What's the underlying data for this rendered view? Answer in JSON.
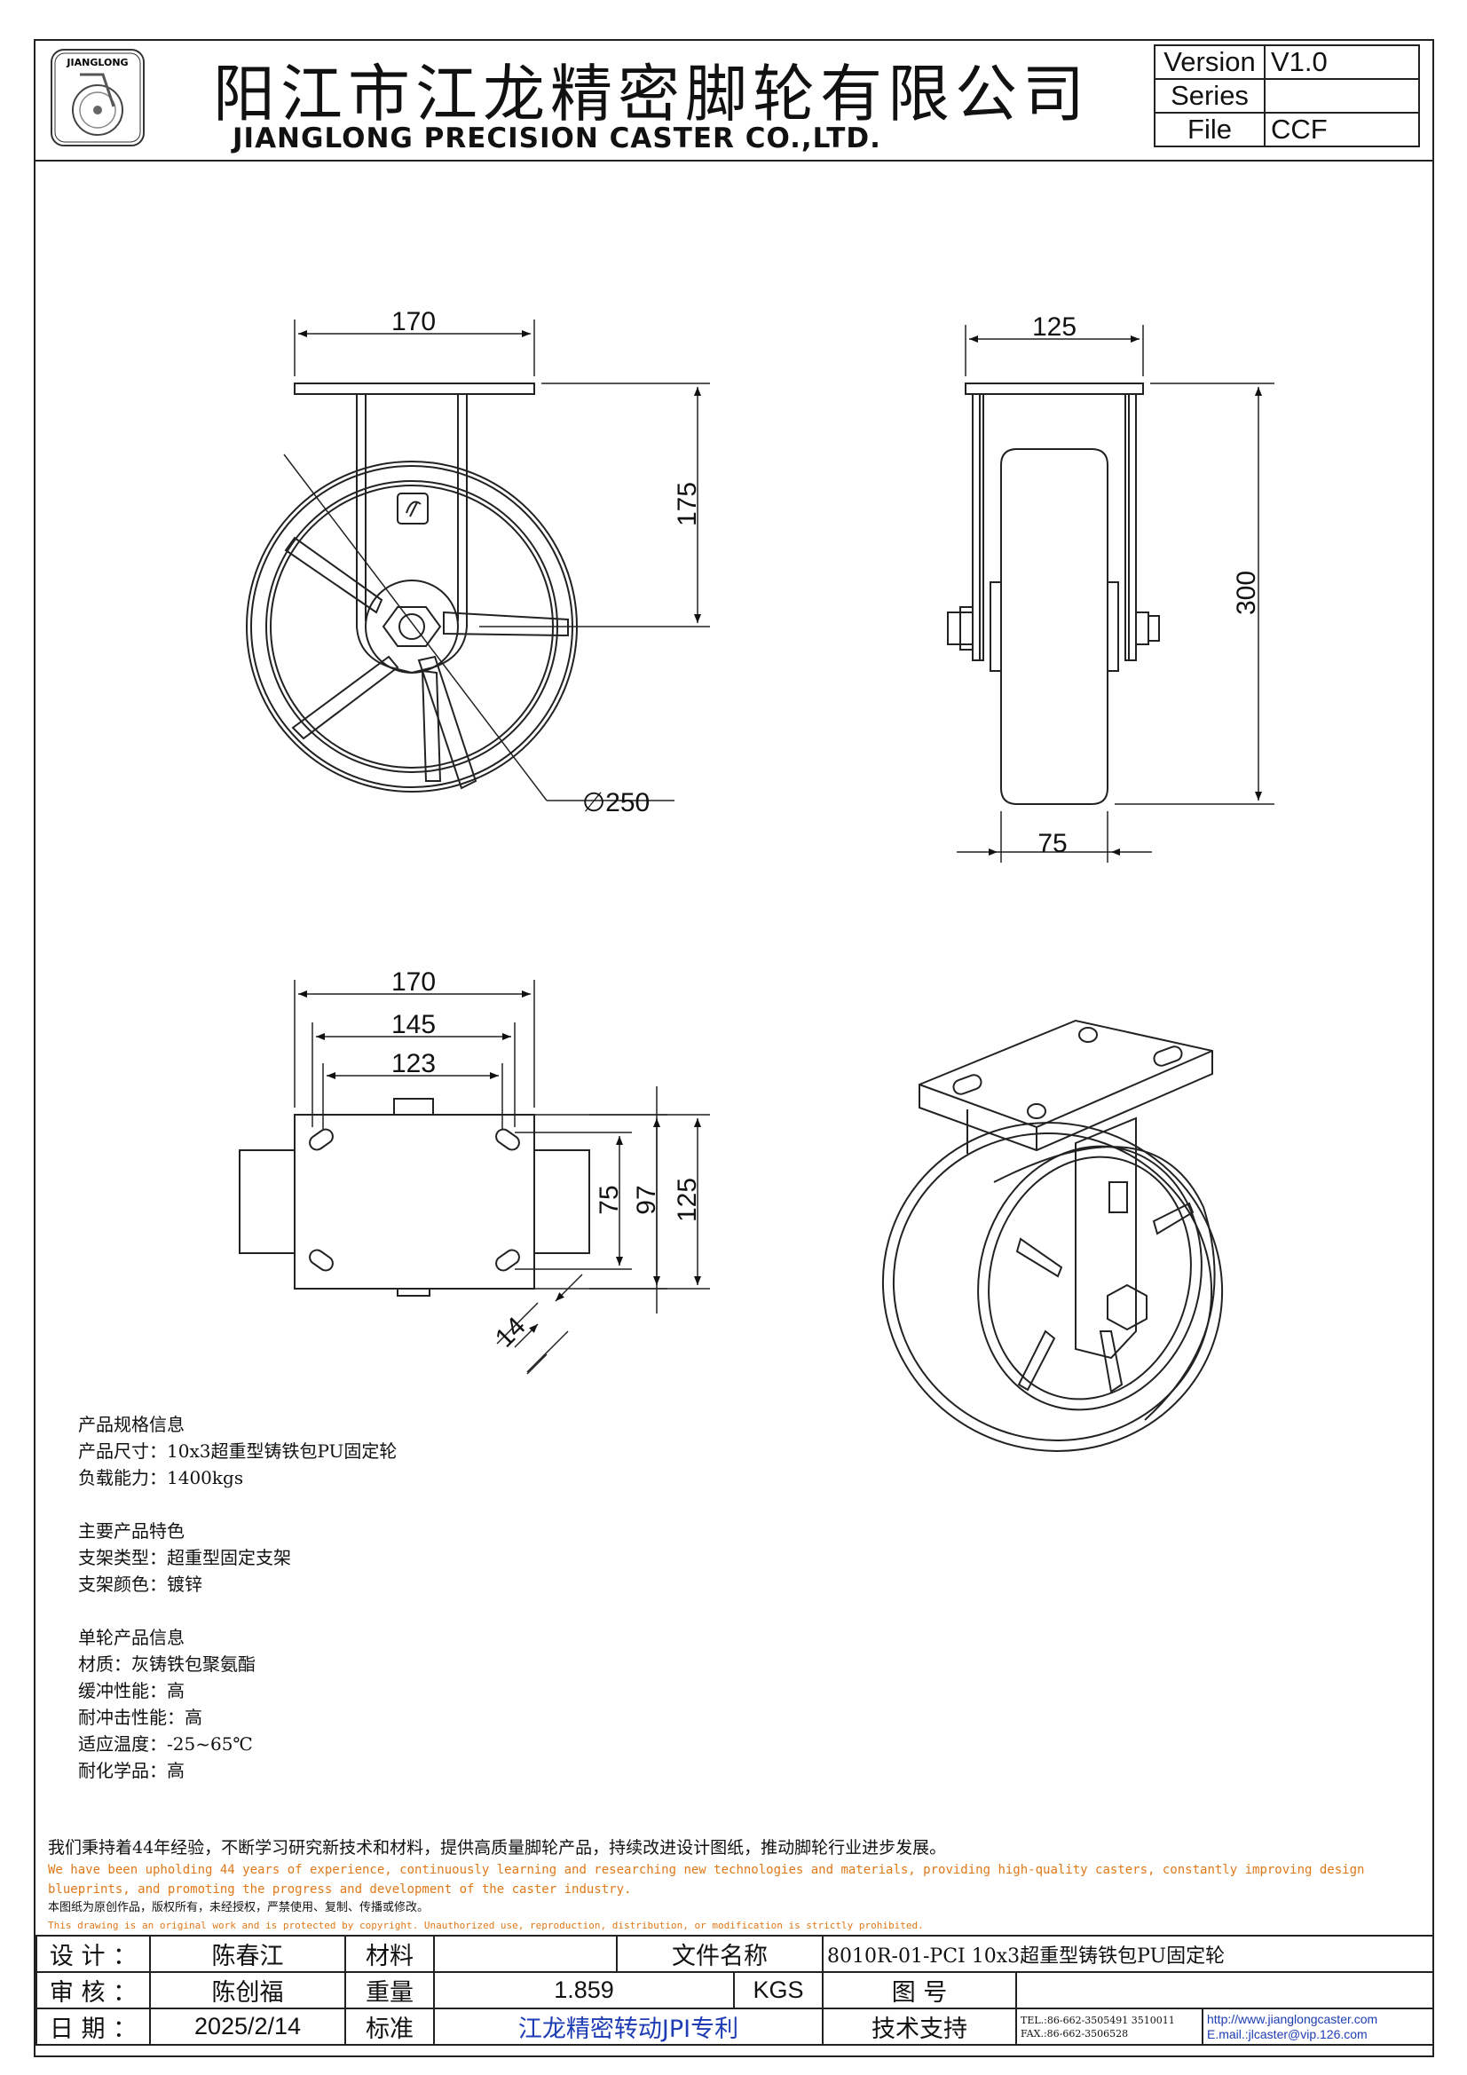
{
  "header": {
    "logo_text": "JIANGLONG",
    "title_cn": "阳江市江龙精密脚轮有限公司",
    "title_en": "JIANGLONG PRECISION CASTER CO.,LTD.",
    "version_label": "Version",
    "version_value": "V1.0",
    "series_label": "Series",
    "series_value": "",
    "file_label": "File",
    "file_value": "CCF"
  },
  "dimensions": {
    "front_width": "170",
    "front_height": "175",
    "wheel_diameter": "∅250",
    "side_width": "125",
    "side_height": "300",
    "wheel_width": "75",
    "plate_170": "170",
    "plate_145": "145",
    "plate_123": "123",
    "plate_75": "75",
    "plate_97": "97",
    "plate_125": "125",
    "slot_14": "14"
  },
  "specs": {
    "section1_title": "产品规格信息",
    "size": "产品尺寸：10x3超重型铸铁包PU固定轮",
    "load": "负载能力：1400kgs",
    "section2_title": "主要产品特色",
    "bracket_type": "支架类型：超重型固定支架",
    "bracket_color": "支架颜色：镀锌",
    "section3_title": "单轮产品信息",
    "material": "材质：灰铸铁包聚氨酯",
    "cushion": "缓冲性能：高",
    "impact": "耐冲击性能：高",
    "temperature": "适应温度：-25~65℃",
    "chemical": "耐化学品：高"
  },
  "notice": {
    "cn_line": "我们秉持着44年经验，不断学习研究新技术和材料，提供高质量脚轮产品，持续改进设计图纸，推动脚轮行业进步发展。",
    "en_line": "We have been upholding 44 years of experience, continuously learning and researching new technologies and materials, providing high-quality casters, constantly improving design blueprints, and promoting the progress and development of the caster industry.",
    "copyright_cn": "本图纸为原创作品，版权所有，未经授权，严禁使用、复制、传播或修改。",
    "copyright_en": "This drawing is an original work and is protected by copyright. Unauthorized use, reproduction, distribution, or modification is strictly prohibited."
  },
  "titleblock": {
    "design_label": "设 计 ：",
    "design_value": "陈春江",
    "material_label": "材料",
    "material_value": "",
    "filename_label": "文件名称",
    "filename_value": "8010R-01-PCI 10x3超重型铸铁包PU固定轮",
    "review_label": "审 核 ：",
    "review_value": "陈创福",
    "weight_label": "重量",
    "weight_value": "1.859",
    "weight_unit": "KGS",
    "drawing_no_label": "图 号",
    "drawing_no_value": "",
    "date_label": "日 期 ：",
    "date_value": "2025/2/14",
    "standard_label": "标准",
    "standard_value": "江龙精密转动JPI专利",
    "support_label": "技术支持",
    "tel": "TEL.:86-662-3505491 3510011",
    "fax": "FAX.:86-662-3506528",
    "website": "http://www.jianglongcaster.com",
    "email": "E.mail.:jlcaster@vip.126.com"
  }
}
